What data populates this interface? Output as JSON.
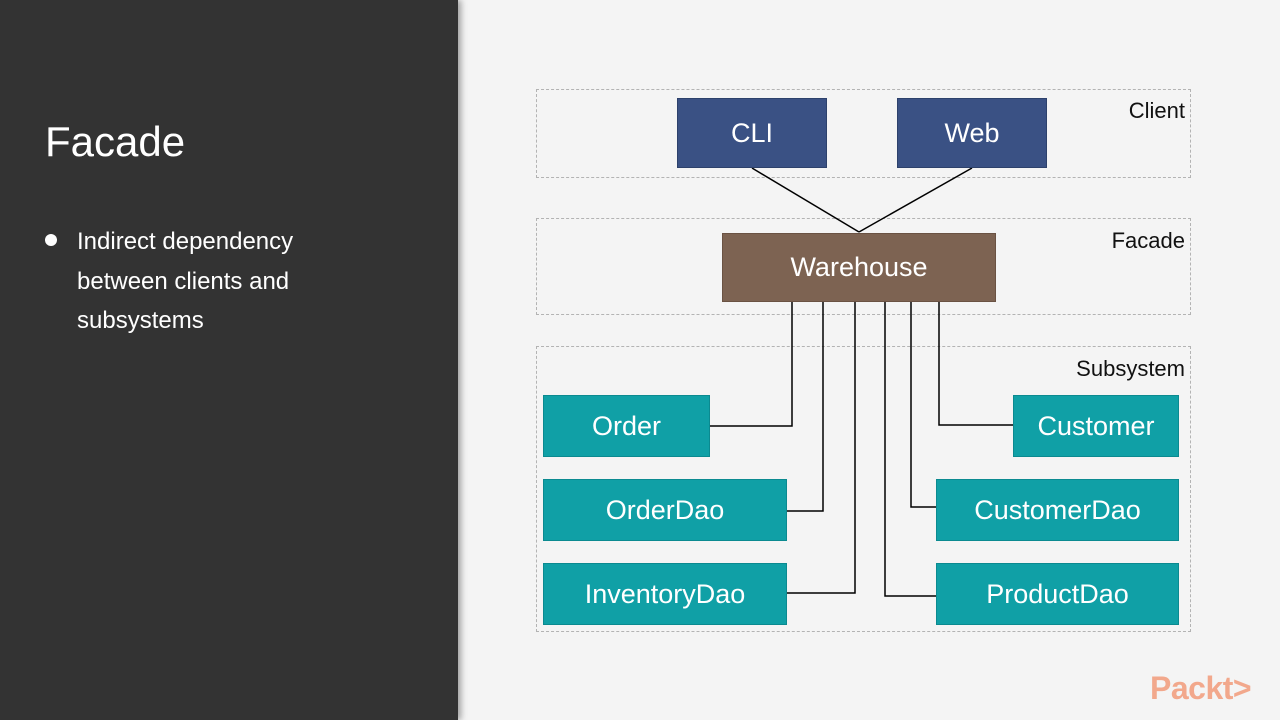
{
  "slide": {
    "title": "Facade",
    "bullets": [
      "Indirect dependency between clients and subsystems"
    ]
  },
  "diagram": {
    "groups": {
      "client": "Client",
      "facade": "Facade",
      "subsystem": "Subsystem"
    },
    "nodes": {
      "cli": "CLI",
      "web": "Web",
      "warehouse": "Warehouse",
      "order": "Order",
      "order_dao": "OrderDao",
      "inventory_dao": "InventoryDao",
      "customer": "Customer",
      "customer_dao": "CustomerDao",
      "product_dao": "ProductDao"
    },
    "colors": {
      "client": "#3a5184",
      "facade": "#7d6352",
      "subsystem": "#10a0a6",
      "connector": "#000000"
    }
  },
  "logo": {
    "text": "Packt>"
  }
}
